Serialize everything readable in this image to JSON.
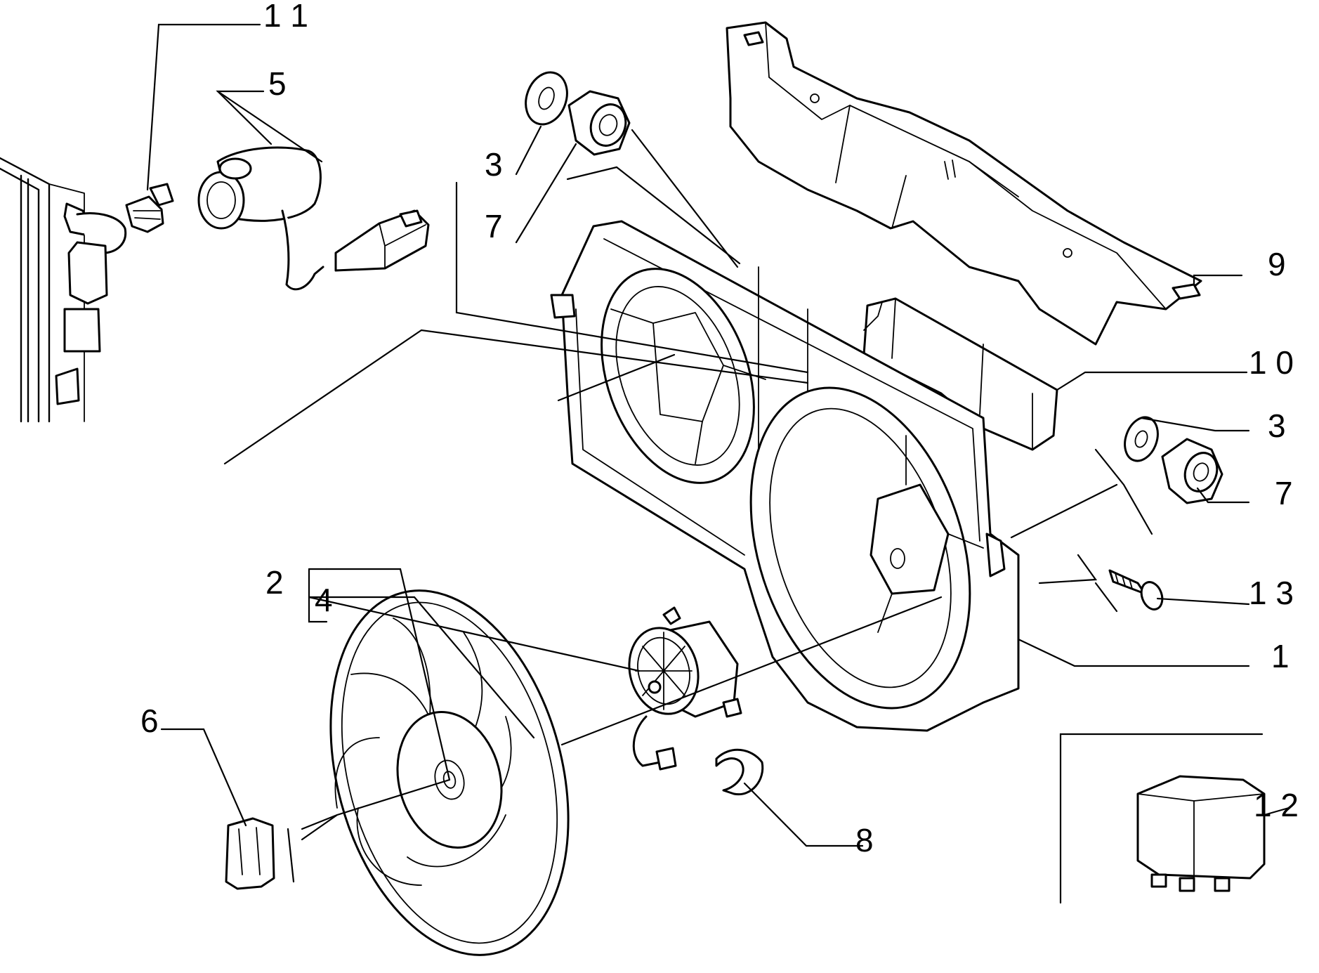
{
  "diagram": {
    "background": "#ffffff",
    "line_color": "#000000",
    "callouts": {
      "c1": "1",
      "c2": "2",
      "c3a": "3",
      "c3b": "3",
      "c4": "4",
      "c5": "5",
      "c6": "6",
      "c7a": "7",
      "c7b": "7",
      "c8": "8",
      "c9": "9",
      "c10": "1 0",
      "c11": "1 1",
      "c12": "1 2",
      "c13": "1 3"
    },
    "parts": [
      {
        "ref": "1",
        "icon": "fan-shroud-icon"
      },
      {
        "ref": "2",
        "icon": "fan-motor-icon"
      },
      {
        "ref": "3",
        "icon": "washer-icon"
      },
      {
        "ref": "4",
        "icon": "fan-blade-icon"
      },
      {
        "ref": "5",
        "icon": "temperature-switch-housing-icon"
      },
      {
        "ref": "6",
        "icon": "spring-clip-icon"
      },
      {
        "ref": "7",
        "icon": "nut-icon"
      },
      {
        "ref": "8",
        "icon": "clip-icon"
      },
      {
        "ref": "9",
        "icon": "upper-bracket-icon"
      },
      {
        "ref": "10",
        "icon": "deflector-icon"
      },
      {
        "ref": "11",
        "icon": "thermal-switch-icon"
      },
      {
        "ref": "12",
        "icon": "relay-icon"
      },
      {
        "ref": "13",
        "icon": "screw-icon"
      }
    ]
  }
}
